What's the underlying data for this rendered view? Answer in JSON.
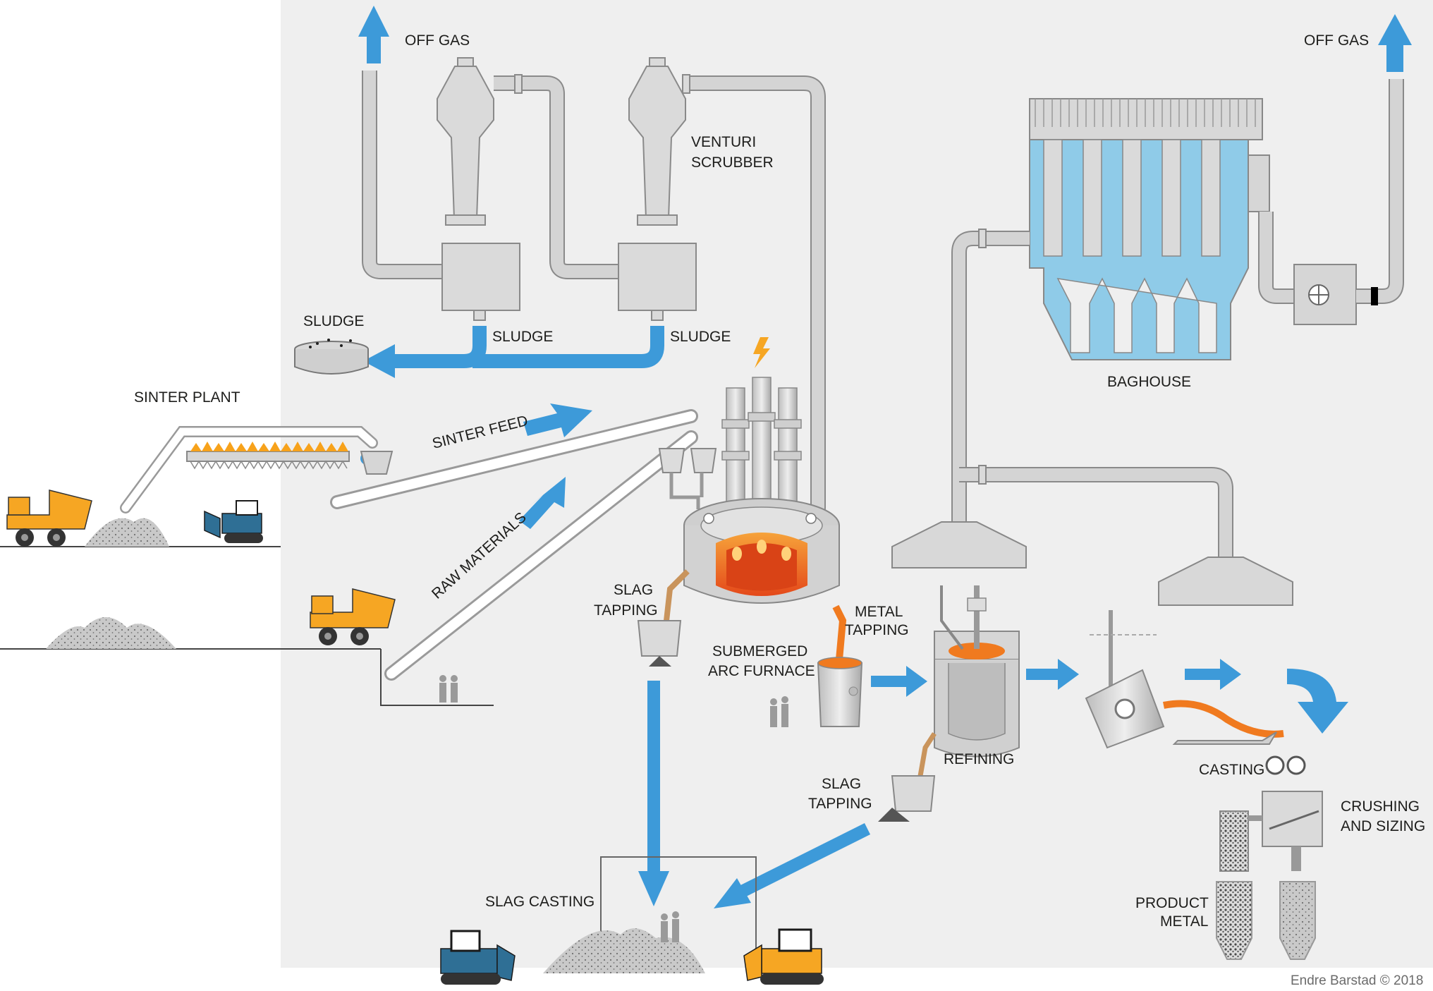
{
  "labels": {
    "off_gas_left": "OFF GAS",
    "off_gas_right": "OFF GAS",
    "venturi_line1": "VENTURI",
    "venturi_line2": "SCRUBBER",
    "sludge_left": "SLUDGE",
    "sludge_mid": "SLUDGE",
    "sludge_right": "SLUDGE",
    "sinter_plant": "SINTER PLANT",
    "sinter_feed": "SINTER FEED",
    "raw_materials": "RAW MATERIALS",
    "baghouse": "BAGHOUSE",
    "slag_tapping_1_line1": "SLAG",
    "slag_tapping_1_line2": "TAPPING",
    "metal_tapping_line1": "METAL",
    "metal_tapping_line2": "TAPPING",
    "furnace_line1": "SUBMERGED",
    "furnace_line2": "ARC FURNACE",
    "refining": "REFINING",
    "slag_tapping_2_line1": "SLAG",
    "slag_tapping_2_line2": "TAPPING",
    "casting": "CASTING",
    "crushing_line1": "CRUSHING",
    "crushing_line2": "AND SIZING",
    "product_line1": "PRODUCT",
    "product_line2": "METAL",
    "slag_casting": "SLAG CASTING"
  },
  "credit": "Endre Barstad © 2018",
  "colors": {
    "panel": "#efefef",
    "pipe": "#d4d4d4",
    "pipe_stroke": "#8a8a8a",
    "arrow": "#3d9ad9",
    "baghouse_water": "#8fcbe8",
    "molten": "#f07a1f",
    "truck": "#f6a623",
    "dozer_blue": "#2f6f95"
  }
}
